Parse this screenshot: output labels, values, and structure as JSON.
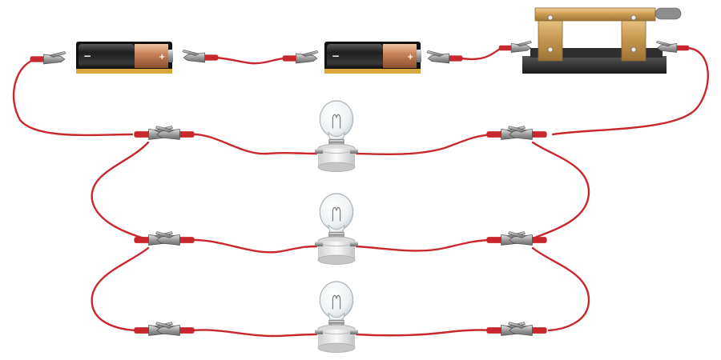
{
  "diagram": {
    "type": "parallel-circuit",
    "colors": {
      "background": "#ffffff",
      "wire": "#c8282d",
      "wire_highlight": "#e8555a",
      "clip_metal": "#9c9c9c",
      "battery_black": "#1e1e1e",
      "battery_copper": "#c9835a",
      "switch_brass": "#c99a52",
      "switch_base": "#2a2a2a",
      "bulb_glass": "#eef2f4",
      "bulb_base": "#e6e6e6"
    },
    "batteries": [
      {
        "id": "battery-1",
        "negative_symbol": "−",
        "positive_symbol": "+"
      },
      {
        "id": "battery-2",
        "negative_symbol": "−",
        "positive_symbol": "+"
      }
    ],
    "switch": {
      "id": "knife-switch",
      "state": "closed"
    },
    "bulbs": [
      {
        "id": "bulb-1"
      },
      {
        "id": "bulb-2"
      },
      {
        "id": "bulb-3"
      }
    ],
    "wire_icon": "red-wire",
    "clip_icon": "alligator-clip"
  }
}
